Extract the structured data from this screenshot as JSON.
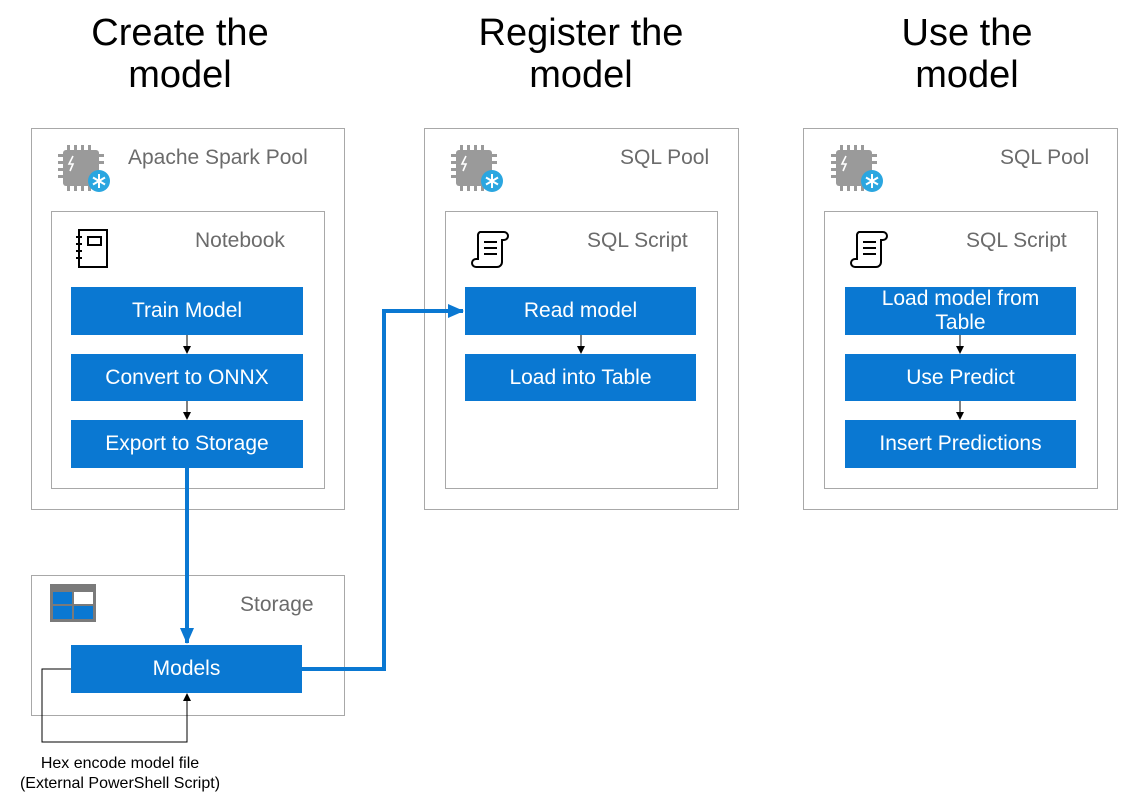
{
  "columns": [
    {
      "heading_line1": "Create the",
      "heading_line2": "model",
      "pool_label": "Apache Spark Pool",
      "inner_label": "Notebook",
      "steps": [
        "Train Model",
        "Convert to ONNX",
        "Export to Storage"
      ]
    },
    {
      "heading_line1": "Register the",
      "heading_line2": "model",
      "pool_label": "SQL Pool",
      "inner_label": "SQL Script",
      "steps": [
        "Read model",
        "Load into Table"
      ]
    },
    {
      "heading_line1": "Use the",
      "heading_line2": "model",
      "pool_label": "SQL Pool",
      "inner_label": "SQL Script",
      "steps": [
        "Load model from Table",
        "Use Predict",
        "Insert Predictions"
      ]
    }
  ],
  "storage": {
    "label": "Storage",
    "models_label": "Models",
    "caption_line1": "Hex encode model file",
    "caption_line2": "(External PowerShell Script)"
  },
  "colors": {
    "step_fill": "#0a78d2",
    "flow_arrow": "#0a78d2",
    "border": "#a8a8a8",
    "label_text": "#6b6b6b"
  },
  "icons": [
    "spark-pool-chip-icon",
    "notebook-icon",
    "sql-pool-chip-icon",
    "sql-script-icon",
    "storage-icon"
  ]
}
